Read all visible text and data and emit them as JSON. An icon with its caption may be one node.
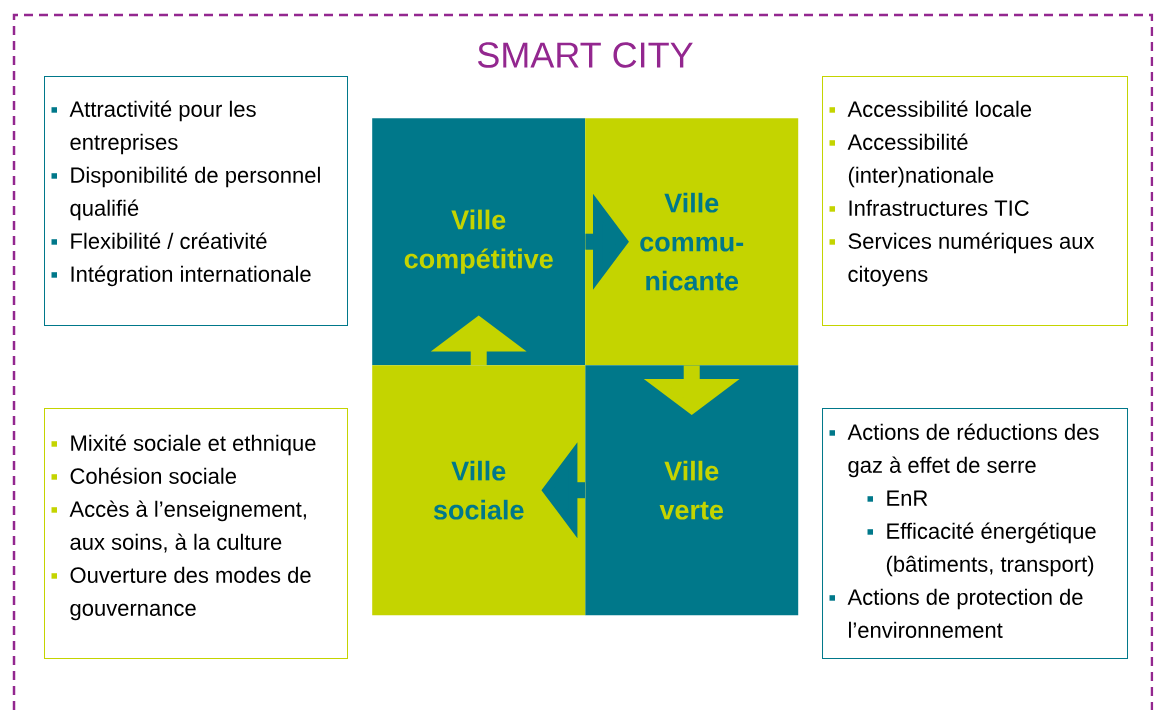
{
  "diagram": {
    "title": "SMART CITY",
    "nodes": [
      {
        "text": [
          "Ville compétitive"
        ]
      },
      {
        "text": [
          "Ville commu-nicante"
        ]
      },
      {
        "text": [
          "Ville verte"
        ]
      },
      {
        "text": [
          "Ville sociale"
        ]
      },
      {
        "text": [
          "Attractivité pour les entreprises",
          "Disponibilité de personnel qualifié",
          "Flexibilité / créativité",
          "Intégration internationale"
        ]
      },
      {
        "text": [
          "Accessibilité locale",
          "Accessibilité (inter)nationale",
          "Infrastructures TIC",
          "Services numériques aux citoyens"
        ]
      },
      {
        "text": [
          "Mixité sociale et ethnique",
          "Cohésion sociale",
          "Accès à l’enseignement, aux soins, à la culture",
          "Ouverture des modes de gouvernance"
        ]
      },
      {
        "text": [
          "Actions de réductions des gaz à effet de serre",
          "EnR",
          "Efficacité énergétique (bâtiments, transport)",
          "Actions de protection de l’environnement"
        ]
      }
    ],
    "edges": [
      {
        "from": 0,
        "to": 1,
        "arrow": "to",
        "color": "#00788a"
      },
      {
        "from": 1,
        "to": 2,
        "arrow": "to",
        "color": "#c4d400"
      },
      {
        "from": 2,
        "to": 3,
        "arrow": "to",
        "color": "#00788a"
      },
      {
        "from": 3,
        "to": 0,
        "arrow": "to",
        "color": "#c4d400"
      }
    ]
  }
}
